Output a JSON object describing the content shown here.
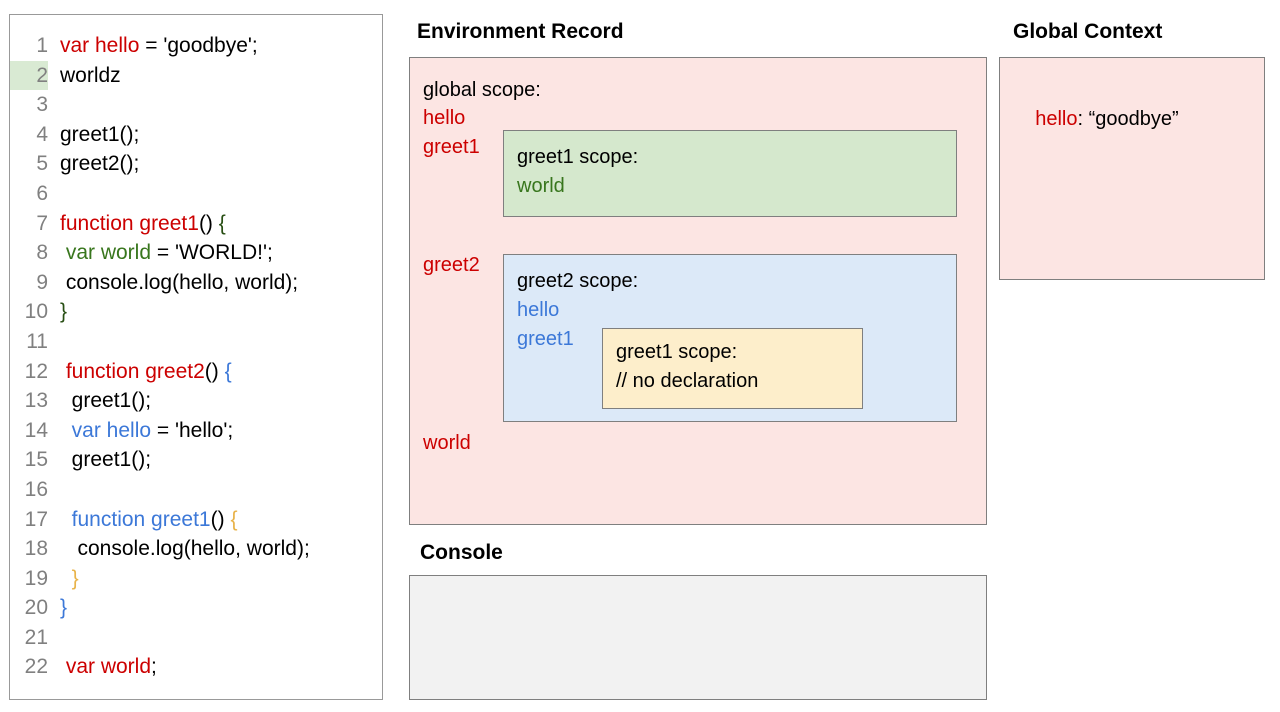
{
  "editor": {
    "name": "code-editor",
    "highlighted_line": 2,
    "lines": [
      {
        "n": "1",
        "tokens": [
          {
            "t": "var hello",
            "c": "red"
          },
          {
            "t": " = 'goodbye';",
            "c": "black"
          }
        ]
      },
      {
        "n": "2",
        "tokens": [
          {
            "t": "worldz",
            "c": "black"
          }
        ]
      },
      {
        "n": "3",
        "tokens": []
      },
      {
        "n": "4",
        "tokens": [
          {
            "t": "greet1();",
            "c": "black"
          }
        ]
      },
      {
        "n": "5",
        "tokens": [
          {
            "t": "greet2();",
            "c": "black"
          }
        ]
      },
      {
        "n": "6",
        "tokens": []
      },
      {
        "n": "7",
        "tokens": [
          {
            "t": "function greet1",
            "c": "red"
          },
          {
            "t": "() ",
            "c": "black"
          },
          {
            "t": "{",
            "c": "dgreen"
          }
        ]
      },
      {
        "n": "8",
        "tokens": [
          {
            "t": " var world",
            "c": "green"
          },
          {
            "t": " = 'WORLD!';",
            "c": "black"
          }
        ]
      },
      {
        "n": "9",
        "tokens": [
          {
            "t": " console.log(hello, world);",
            "c": "black"
          }
        ]
      },
      {
        "n": "10",
        "tokens": [
          {
            "t": "}",
            "c": "dgreen"
          }
        ]
      },
      {
        "n": "11",
        "tokens": []
      },
      {
        "n": "12",
        "tokens": [
          {
            "t": " function greet2",
            "c": "red"
          },
          {
            "t": "() ",
            "c": "black"
          },
          {
            "t": "{",
            "c": "blue"
          }
        ]
      },
      {
        "n": "13",
        "tokens": [
          {
            "t": "  greet1();",
            "c": "black"
          }
        ]
      },
      {
        "n": "14",
        "tokens": [
          {
            "t": "  var hello",
            "c": "blue"
          },
          {
            "t": " = 'hello';",
            "c": "black"
          }
        ]
      },
      {
        "n": "15",
        "tokens": [
          {
            "t": "  greet1();",
            "c": "black"
          }
        ]
      },
      {
        "n": "16",
        "tokens": []
      },
      {
        "n": "17",
        "tokens": [
          {
            "t": "  function greet1",
            "c": "blue"
          },
          {
            "t": "() ",
            "c": "black"
          },
          {
            "t": "{",
            "c": "orange"
          }
        ]
      },
      {
        "n": "18",
        "tokens": [
          {
            "t": "   console.log(hello, world);",
            "c": "black"
          }
        ]
      },
      {
        "n": "19",
        "tokens": [
          {
            "t": "  }",
            "c": "orange"
          }
        ]
      },
      {
        "n": "20",
        "tokens": [
          {
            "t": "}",
            "c": "blue"
          }
        ]
      },
      {
        "n": "21",
        "tokens": []
      },
      {
        "n": "22",
        "tokens": [
          {
            "t": " var world",
            "c": "red"
          },
          {
            "t": ";",
            "c": "black"
          }
        ]
      }
    ]
  },
  "environment_record": {
    "title": "Environment Record",
    "global_scope": {
      "label": "global scope:",
      "bindings_top": [
        {
          "text": "hello",
          "color": "red"
        },
        {
          "text": "greet1",
          "color": "red"
        }
      ],
      "bindings_mid": [
        {
          "text": "greet2",
          "color": "red"
        }
      ],
      "bindings_bottom": [
        {
          "text": "world",
          "color": "red"
        }
      ]
    },
    "greet1_scope": {
      "label": "greet1 scope:",
      "bindings": [
        {
          "text": "world",
          "color": "green"
        }
      ]
    },
    "greet2_scope": {
      "label": "greet2 scope:",
      "bindings": [
        {
          "text": "hello",
          "color": "blue"
        },
        {
          "text": "greet1",
          "color": "blue"
        }
      ]
    },
    "greet1_inner_scope": {
      "label": "greet1 scope:",
      "comment": "// no declaration"
    }
  },
  "global_context": {
    "title": "Global Context",
    "entries": [
      {
        "key": "hello",
        "separator": ": ",
        "value": "“goodbye”"
      }
    ]
  },
  "console": {
    "title": "Console",
    "lines": []
  },
  "colors": {
    "red": "#cc0000",
    "blue": "#3c78d8",
    "green": "#38761d",
    "dark_green": "#274e13",
    "orange": "#e8b34a",
    "pink_bg": "#fce5e3",
    "green_bg": "#d5e8cd",
    "blue_bg": "#dce9f8",
    "yellow_bg": "#fdeecb",
    "gray_bg": "#f2f2f2",
    "border": "#7f7f7f",
    "line_number": "#808080",
    "highlight_bg": "#d9ead3"
  }
}
